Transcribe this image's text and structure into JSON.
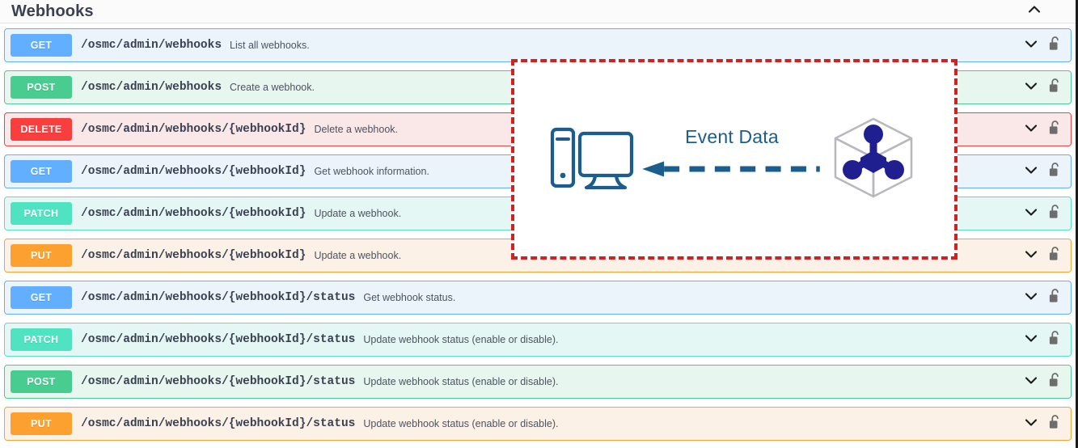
{
  "section": {
    "title": "Webhooks",
    "collapse_icon": "chevron-up-icon"
  },
  "operations": [
    {
      "method": "GET",
      "path": "/osmc/admin/webhooks",
      "description": "List all webhooks.",
      "theme": "get",
      "expand_icon": "chevron-down-icon",
      "auth_icon": "unlocked-padlock-icon"
    },
    {
      "method": "POST",
      "path": "/osmc/admin/webhooks",
      "description": "Create a webhook.",
      "theme": "post",
      "expand_icon": "chevron-down-icon",
      "auth_icon": "unlocked-padlock-icon"
    },
    {
      "method": "DELETE",
      "path": "/osmc/admin/webhooks/{webhookId}",
      "description": "Delete a webhook.",
      "theme": "delete",
      "expand_icon": "chevron-down-icon",
      "auth_icon": "unlocked-padlock-icon"
    },
    {
      "method": "GET",
      "path": "/osmc/admin/webhooks/{webhookId}",
      "description": "Get webhook information.",
      "theme": "get",
      "expand_icon": "chevron-down-icon",
      "auth_icon": "unlocked-padlock-icon"
    },
    {
      "method": "PATCH",
      "path": "/osmc/admin/webhooks/{webhookId}",
      "description": "Update a webhook.",
      "theme": "patch",
      "expand_icon": "chevron-down-icon",
      "auth_icon": "unlocked-padlock-icon"
    },
    {
      "method": "PUT",
      "path": "/osmc/admin/webhooks/{webhookId}",
      "description": "Update a webhook.",
      "theme": "put",
      "expand_icon": "chevron-down-icon",
      "auth_icon": "unlocked-padlock-icon"
    },
    {
      "method": "GET",
      "path": "/osmc/admin/webhooks/{webhookId}/status",
      "description": "Get webhook status.",
      "theme": "get",
      "expand_icon": "chevron-down-icon",
      "auth_icon": "unlocked-padlock-icon"
    },
    {
      "method": "PATCH",
      "path": "/osmc/admin/webhooks/{webhookId}/status",
      "description": "Update webhook status (enable or disable).",
      "theme": "patch",
      "expand_icon": "chevron-down-icon",
      "auth_icon": "unlocked-padlock-icon"
    },
    {
      "method": "POST",
      "path": "/osmc/admin/webhooks/{webhookId}/status",
      "description": "Update webhook status (enable or disable).",
      "theme": "post",
      "expand_icon": "chevron-down-icon",
      "auth_icon": "unlocked-padlock-icon"
    },
    {
      "method": "PUT",
      "path": "/osmc/admin/webhooks/{webhookId}/status",
      "description": "Update webhook status (enable or disable).",
      "theme": "put",
      "expand_icon": "chevron-down-icon",
      "auth_icon": "unlocked-padlock-icon"
    }
  ],
  "overlay": {
    "label": "Event Data",
    "source_icon": "network-node-cube-icon",
    "target_icon": "desktop-computer-icon",
    "arrow_icon": "dashed-left-arrow-icon",
    "border_color": "#d32020",
    "accent_color": "#1b5e8e",
    "node_color": "#1f1f8f"
  },
  "colors": {
    "get": "#61affe",
    "post": "#49cc90",
    "delete": "#f93e3e",
    "patch": "#50e3c2",
    "put": "#fca130",
    "title": "#3b4151"
  }
}
